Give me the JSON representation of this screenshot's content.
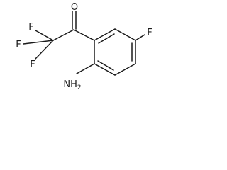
{
  "molecule": {
    "atoms": {
      "oxygen": "O",
      "fluorine_1": "F",
      "fluorine_2": "F",
      "fluorine_3": "F",
      "fluorine_ring": "F",
      "amine": "NH",
      "amine_subscript": "2"
    }
  }
}
